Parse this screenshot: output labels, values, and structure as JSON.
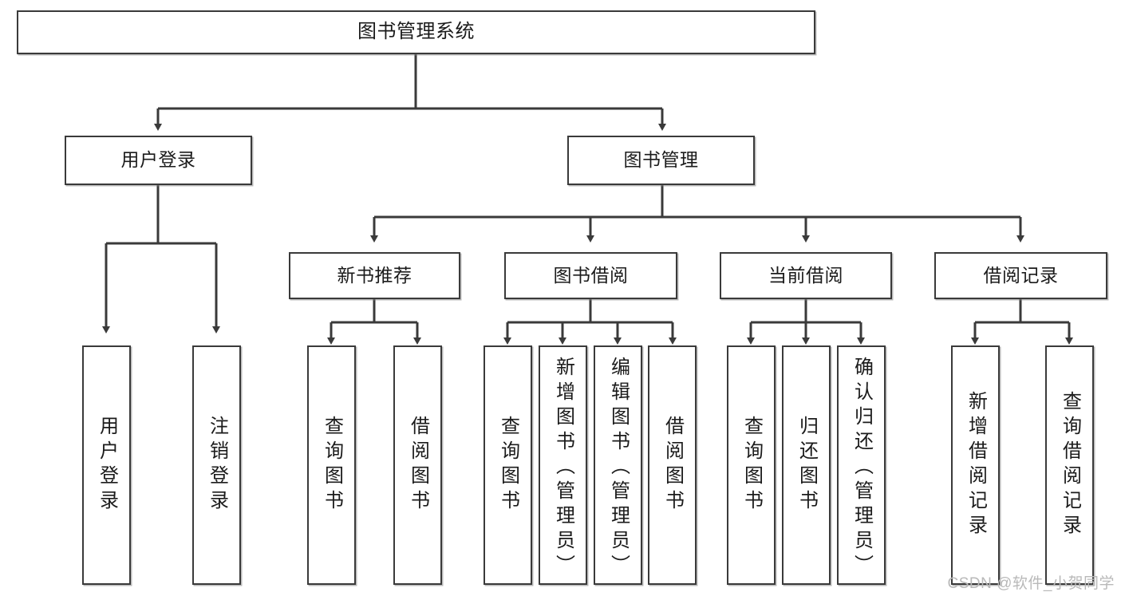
{
  "diagram": {
    "type": "tree-hierarchy",
    "title": "图书管理系统",
    "watermark": "CSDN @软件_小贺同学",
    "colors": {
      "box_border": "#3a3a3a",
      "box_fill": "#ffffff",
      "connector": "#3a3a3a",
      "watermark": "#b9b9b9",
      "background": "#ffffff"
    },
    "levels": {
      "root": {
        "label": "图书管理系统"
      },
      "level2": [
        {
          "label": "用户登录"
        },
        {
          "label": "图书管理"
        }
      ],
      "level3": [
        {
          "label": "新书推荐"
        },
        {
          "label": "图书借阅"
        },
        {
          "label": "当前借阅"
        },
        {
          "label": "借阅记录"
        }
      ],
      "leaves": {
        "user_login": [
          {
            "label": "用户登录"
          },
          {
            "label": "注销登录"
          }
        ],
        "new_book_recommend": [
          {
            "label": "查询图书"
          },
          {
            "label": "借阅图书"
          }
        ],
        "book_borrow": [
          {
            "label": "查询图书"
          },
          {
            "label": "新增图书（管理员）"
          },
          {
            "label": "编辑图书（管理员）"
          },
          {
            "label": "借阅图书"
          }
        ],
        "current_borrow": [
          {
            "label": "查询图书"
          },
          {
            "label": "归还图书"
          },
          {
            "label": "确认归还（管理员）"
          }
        ],
        "borrow_record": [
          {
            "label": "新增借阅记录"
          },
          {
            "label": "查询借阅记录"
          }
        ]
      }
    }
  }
}
